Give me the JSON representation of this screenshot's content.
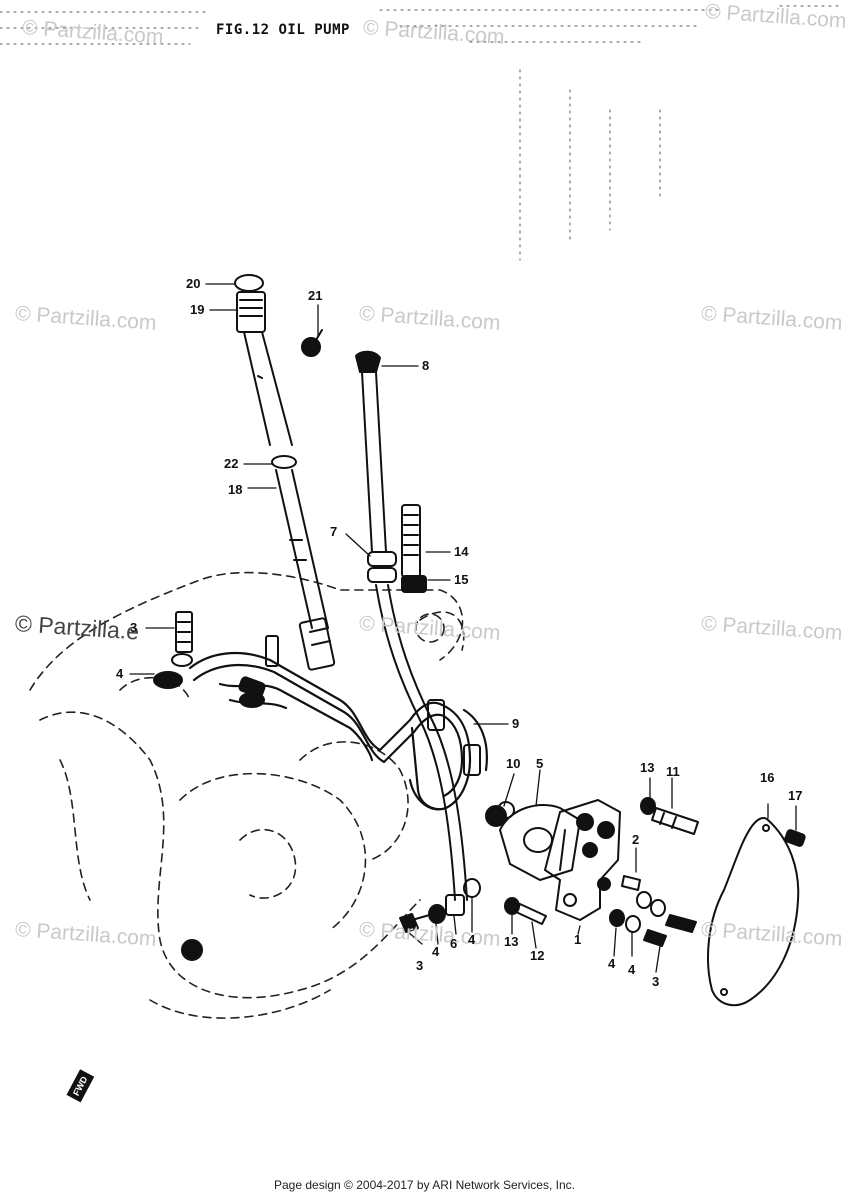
{
  "title": "FIG.12  OIL PUMP",
  "watermark": "© Partzilla.com",
  "watermark_partial": "© Partzilla.e",
  "footer": "Page design © 2004-2017 by ARI Network Services, Inc.",
  "fwd_mark": "FWD",
  "callouts": [
    {
      "id": "20",
      "label": "20"
    },
    {
      "id": "19",
      "label": "19"
    },
    {
      "id": "21",
      "label": "21"
    },
    {
      "id": "8",
      "label": "8"
    },
    {
      "id": "22",
      "label": "22"
    },
    {
      "id": "18",
      "label": "18"
    },
    {
      "id": "7",
      "label": "7"
    },
    {
      "id": "14",
      "label": "14"
    },
    {
      "id": "15",
      "label": "15"
    },
    {
      "id": "3a",
      "label": "3"
    },
    {
      "id": "4a",
      "label": "4"
    },
    {
      "id": "9",
      "label": "9"
    },
    {
      "id": "10",
      "label": "10"
    },
    {
      "id": "5",
      "label": "5"
    },
    {
      "id": "13a",
      "label": "13"
    },
    {
      "id": "11",
      "label": "11"
    },
    {
      "id": "16",
      "label": "16"
    },
    {
      "id": "17",
      "label": "17"
    },
    {
      "id": "2",
      "label": "2"
    },
    {
      "id": "1",
      "label": "1"
    },
    {
      "id": "3b",
      "label": "3"
    },
    {
      "id": "4b",
      "label": "4"
    },
    {
      "id": "6",
      "label": "6"
    },
    {
      "id": "4c",
      "label": "4"
    },
    {
      "id": "13b",
      "label": "13"
    },
    {
      "id": "12",
      "label": "12"
    },
    {
      "id": "4d",
      "label": "4"
    },
    {
      "id": "4e",
      "label": "4"
    },
    {
      "id": "3c",
      "label": "3"
    }
  ]
}
